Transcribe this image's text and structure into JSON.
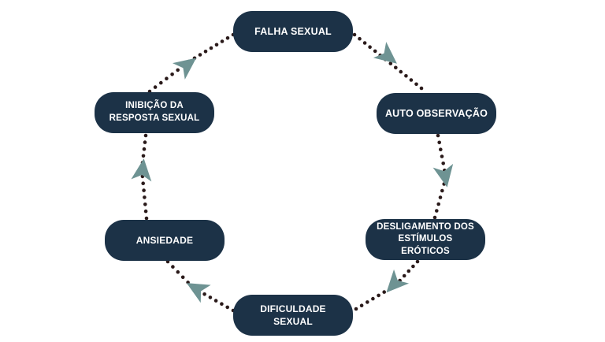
{
  "diagram": {
    "type": "cycle",
    "nodes": [
      {
        "id": "falha-sexual",
        "label": "FALHA SEXUAL"
      },
      {
        "id": "auto-observacao",
        "label": "AUTO OBSERVAÇÃO"
      },
      {
        "id": "desligamento",
        "label": "DESLIGAMENTO DOS\nESTÍMULOS ERÓTICOS"
      },
      {
        "id": "dificuldade-sexual",
        "label": "DIFICULDADE SEXUAL"
      },
      {
        "id": "ansiedade",
        "label": "ANSIEDADE"
      },
      {
        "id": "inibicao",
        "label": "INIBIÇÃO DA\nRESPOSTA SEXUAL"
      }
    ],
    "edges": [
      {
        "from": "falha-sexual",
        "to": "auto-observacao"
      },
      {
        "from": "auto-observacao",
        "to": "desligamento"
      },
      {
        "from": "desligamento",
        "to": "dificuldade-sexual"
      },
      {
        "from": "dificuldade-sexual",
        "to": "ansiedade"
      },
      {
        "from": "ansiedade",
        "to": "inibicao"
      },
      {
        "from": "inibicao",
        "to": "falha-sexual"
      }
    ],
    "colors": {
      "node_fill": "#1c3247",
      "node_text": "#ffffff",
      "dots": "#2a1a1a",
      "arrow": "#6e9393"
    }
  }
}
